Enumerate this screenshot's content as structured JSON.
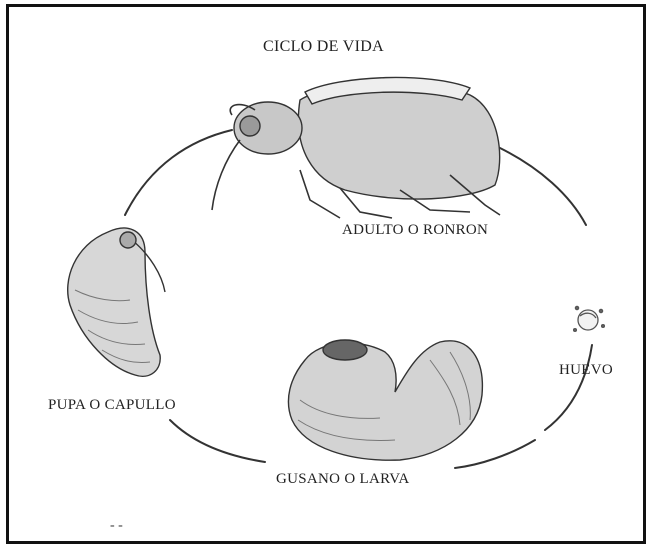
{
  "title": "CICLO DE VIDA",
  "stages": {
    "adult": "ADULTO O RONRON",
    "egg": "HUEVO",
    "larva": "GUSANO O LARVA",
    "pupa": "PUPA O CAPULLO"
  },
  "footer_mark": "- -",
  "colors": {
    "ink": "#222222",
    "border": "#111111",
    "background": "#ffffff"
  }
}
